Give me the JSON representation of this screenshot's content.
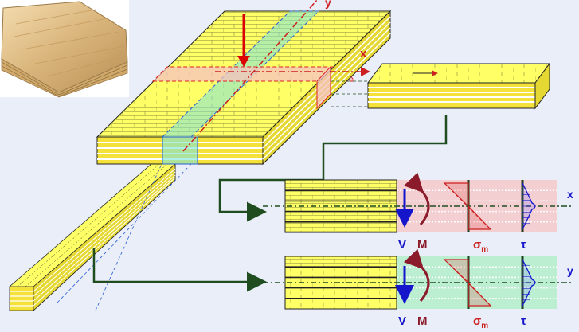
{
  "colors": {
    "background": "#eaeef8",
    "wood_top": "#ffff66",
    "wood_front": "#f4e23a",
    "wood_side": "#e6d832",
    "layer_line": "#ffffff",
    "edge": "#222222",
    "x_strip": "#f6c2c2",
    "y_strip": "#7be3d8",
    "load_arrow": "#dd0000",
    "connector": "#1f4d1f",
    "shear_blue": "#1515cc",
    "moment_dark_red": "#8b1a2a",
    "stress_red": "#cc1f1f"
  },
  "photo": {
    "icon": "cross-laminated-timber-photo"
  },
  "axes": {
    "x_label": "x",
    "y_label": "y"
  },
  "panels": [
    {
      "id": "x",
      "band_color": "#f6c2c2",
      "axis_label": "x",
      "shear_label": "V",
      "moment_label": "M",
      "sigma_label": "σ",
      "sigma_sub": "m",
      "tau_label": "τ"
    },
    {
      "id": "y",
      "band_color": "#a8efc2",
      "axis_label": "y",
      "shear_label": "V",
      "moment_label": "M",
      "sigma_label": "σ",
      "sigma_sub": "m",
      "tau_label": "τ"
    }
  ]
}
